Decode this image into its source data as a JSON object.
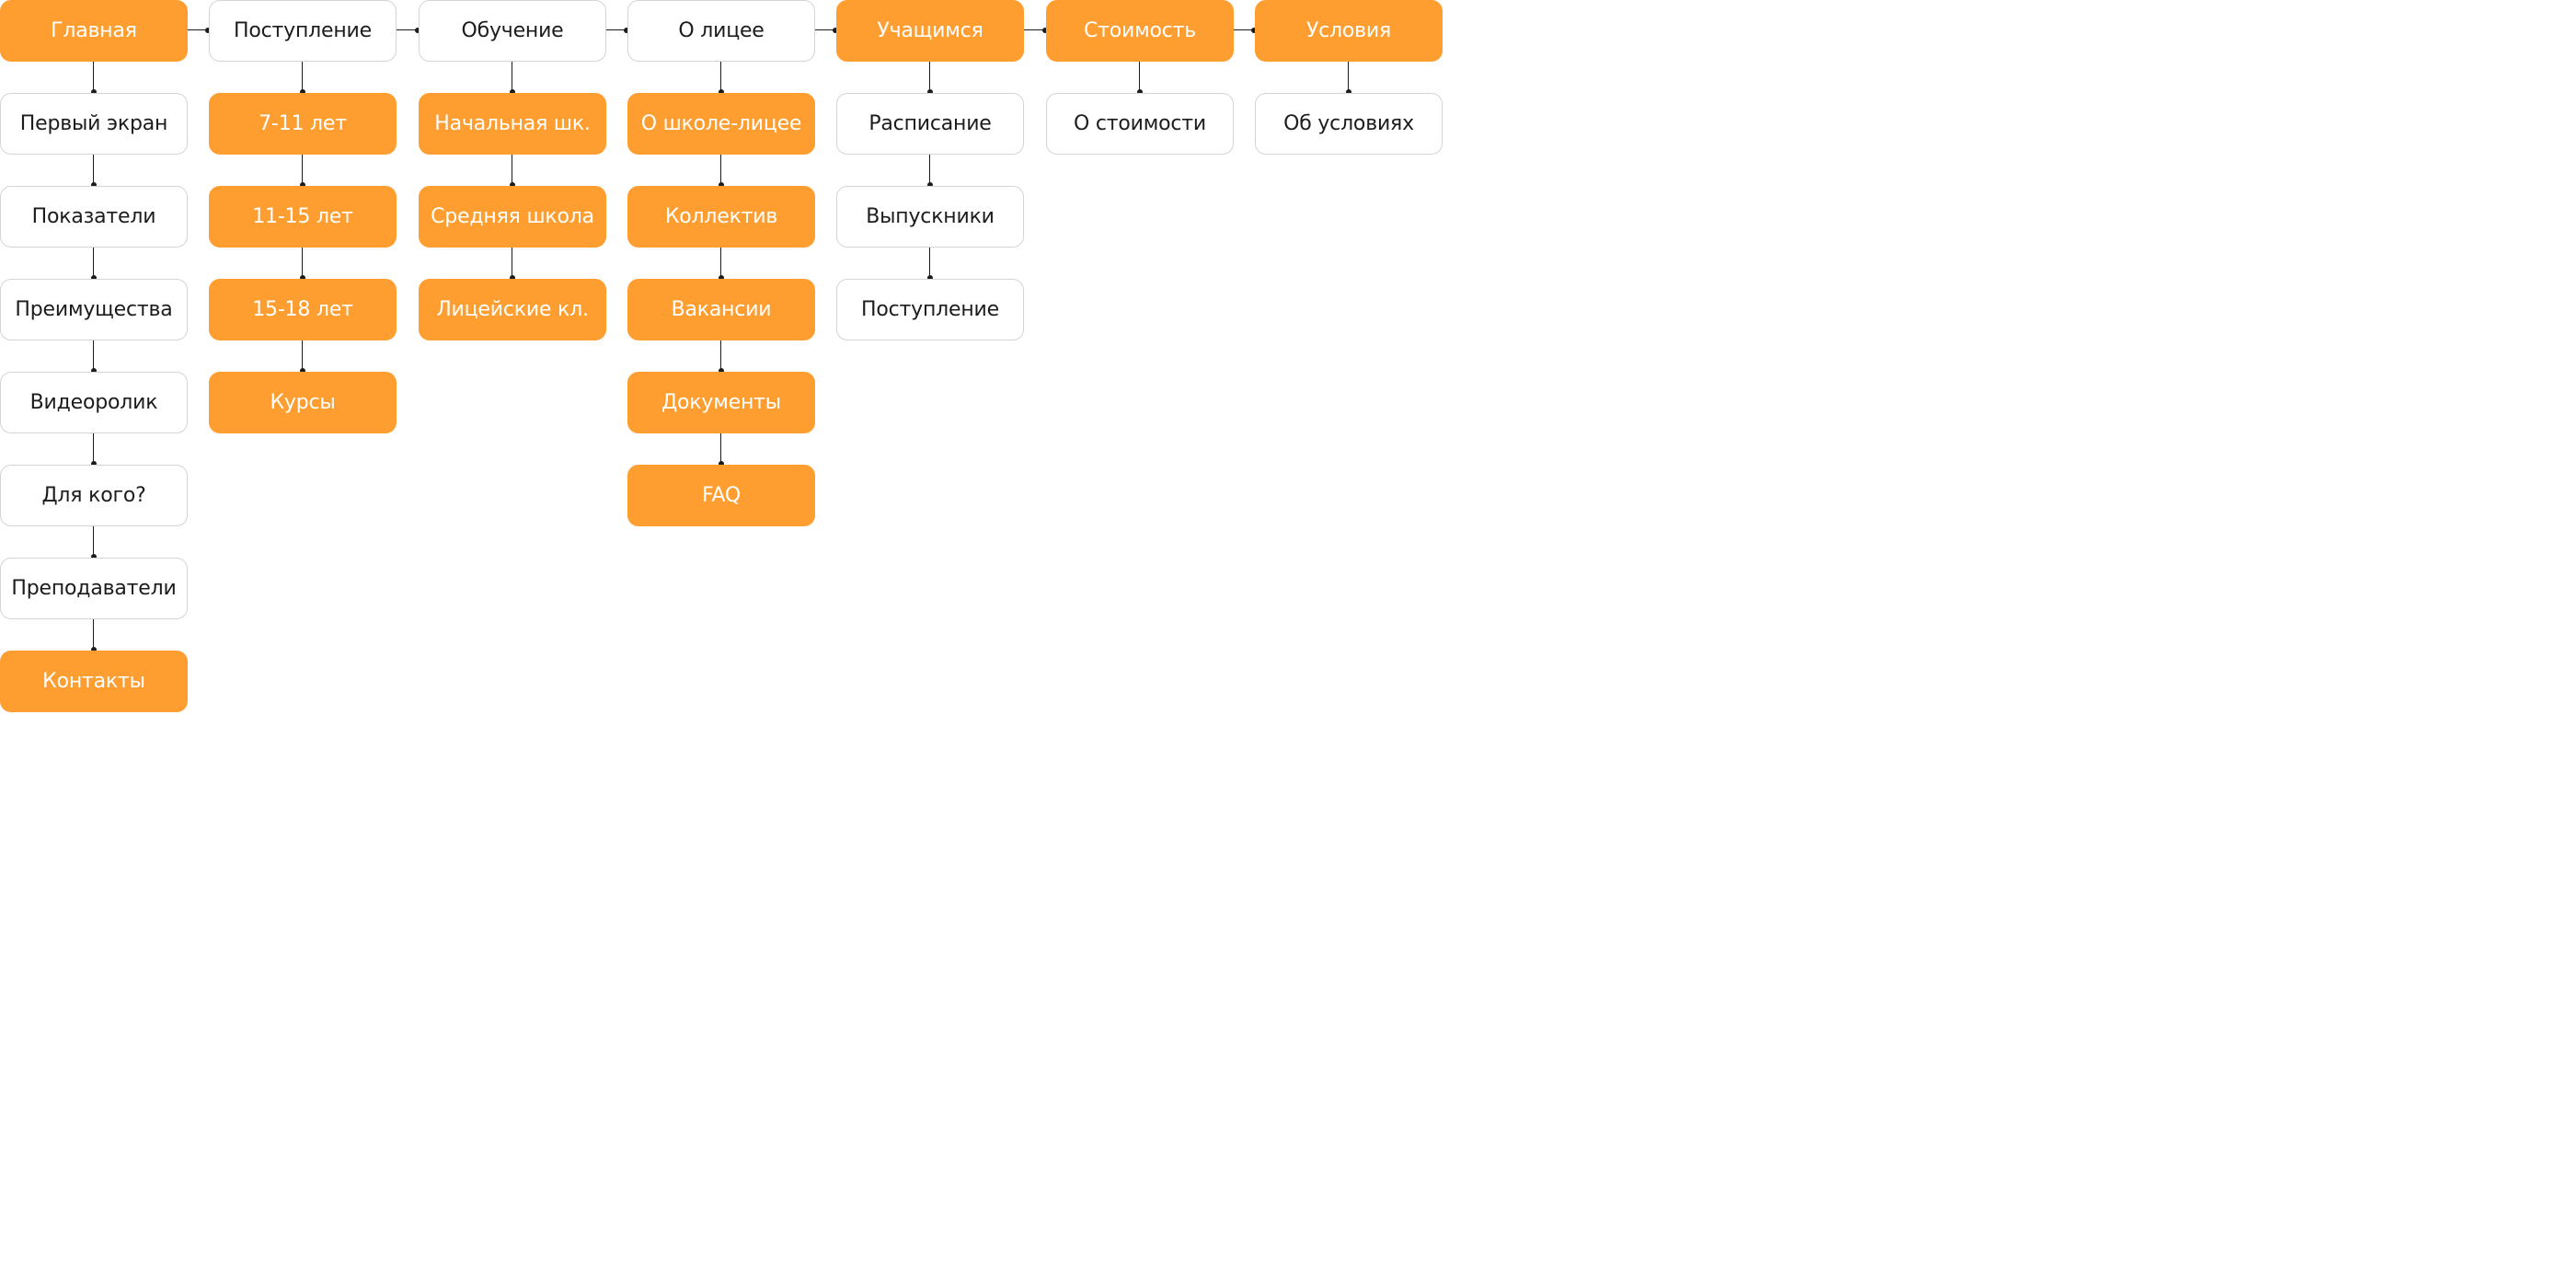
{
  "columns": [
    {
      "label": "Главная",
      "style": "orange",
      "children": [
        {
          "label": "Первый экран",
          "style": "white"
        },
        {
          "label": "Показатели",
          "style": "white"
        },
        {
          "label": "Преимущества",
          "style": "white"
        },
        {
          "label": "Видеоролик",
          "style": "white"
        },
        {
          "label": "Для кого?",
          "style": "white"
        },
        {
          "label": "Преподаватели",
          "style": "white"
        },
        {
          "label": "Контакты",
          "style": "orange"
        }
      ]
    },
    {
      "label": "Поступление",
      "style": "white",
      "children": [
        {
          "label": "7-11 лет",
          "style": "orange"
        },
        {
          "label": "11-15 лет",
          "style": "orange"
        },
        {
          "label": "15-18 лет",
          "style": "orange"
        },
        {
          "label": "Курсы",
          "style": "orange"
        }
      ]
    },
    {
      "label": "Обучение",
      "style": "white",
      "children": [
        {
          "label": "Начальная шк.",
          "style": "orange"
        },
        {
          "label": "Средняя школа",
          "style": "orange"
        },
        {
          "label": "Лицейские кл.",
          "style": "orange"
        }
      ]
    },
    {
      "label": "О лицее",
      "style": "white",
      "children": [
        {
          "label": "О школе-лицее",
          "style": "orange"
        },
        {
          "label": "Коллектив",
          "style": "orange"
        },
        {
          "label": "Вакансии",
          "style": "orange"
        },
        {
          "label": "Документы",
          "style": "orange"
        },
        {
          "label": "FAQ",
          "style": "orange"
        }
      ]
    },
    {
      "label": "Учащимся",
      "style": "orange",
      "children": [
        {
          "label": "Расписание",
          "style": "white"
        },
        {
          "label": "Выпускники",
          "style": "white"
        },
        {
          "label": "Поступление",
          "style": "white"
        }
      ]
    },
    {
      "label": "Стоимость",
      "style": "orange",
      "children": [
        {
          "label": "О стоимости",
          "style": "white"
        }
      ]
    },
    {
      "label": "Условия",
      "style": "orange",
      "children": [
        {
          "label": "Об условиях",
          "style": "white"
        }
      ]
    }
  ],
  "colors": {
    "orange": "#ff9e30",
    "white_border": "#d4d4d4",
    "text_dark": "#1c1c1c",
    "text_light": "#ffffff",
    "connector": "#1c1c1c"
  }
}
